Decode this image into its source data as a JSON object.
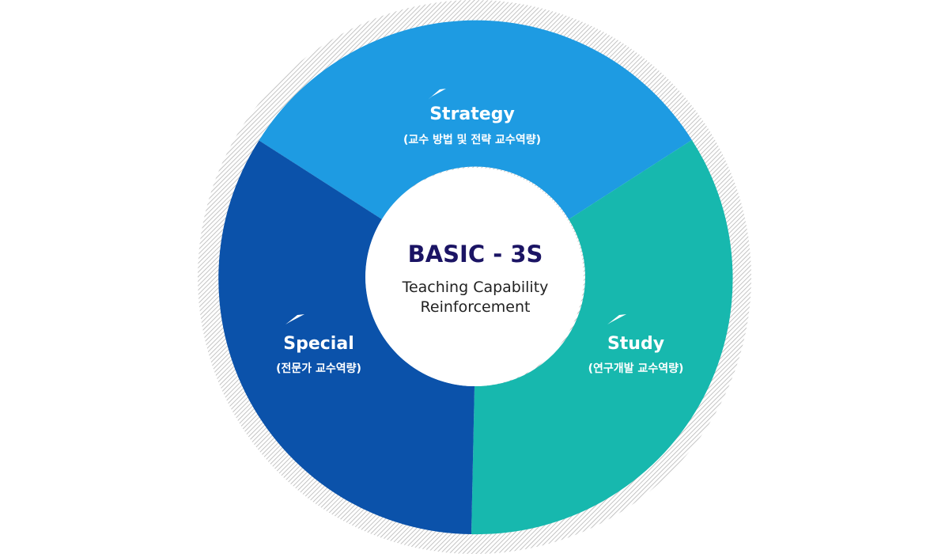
{
  "center": {
    "title": "BASIC - 3S",
    "subtitle_line1": "Teaching Capability",
    "subtitle_line2": "Reinforcement"
  },
  "segments": [
    {
      "key": "strategy",
      "title": "Strategy",
      "subtitle": "(교수 방법 및 전략 교수역량)",
      "color": "#1e9be2"
    },
    {
      "key": "study",
      "title": "Study",
      "subtitle": "(연구개발 교수역량)",
      "color": "#17b8ae"
    },
    {
      "key": "special",
      "title": "Special",
      "subtitle": "(전문가 교수역량)",
      "color": "#0b52aa"
    }
  ],
  "colors": {
    "outer_ring": "#bfbfbf",
    "center_fill": "#ffffff",
    "center_title": "#1b1464"
  }
}
